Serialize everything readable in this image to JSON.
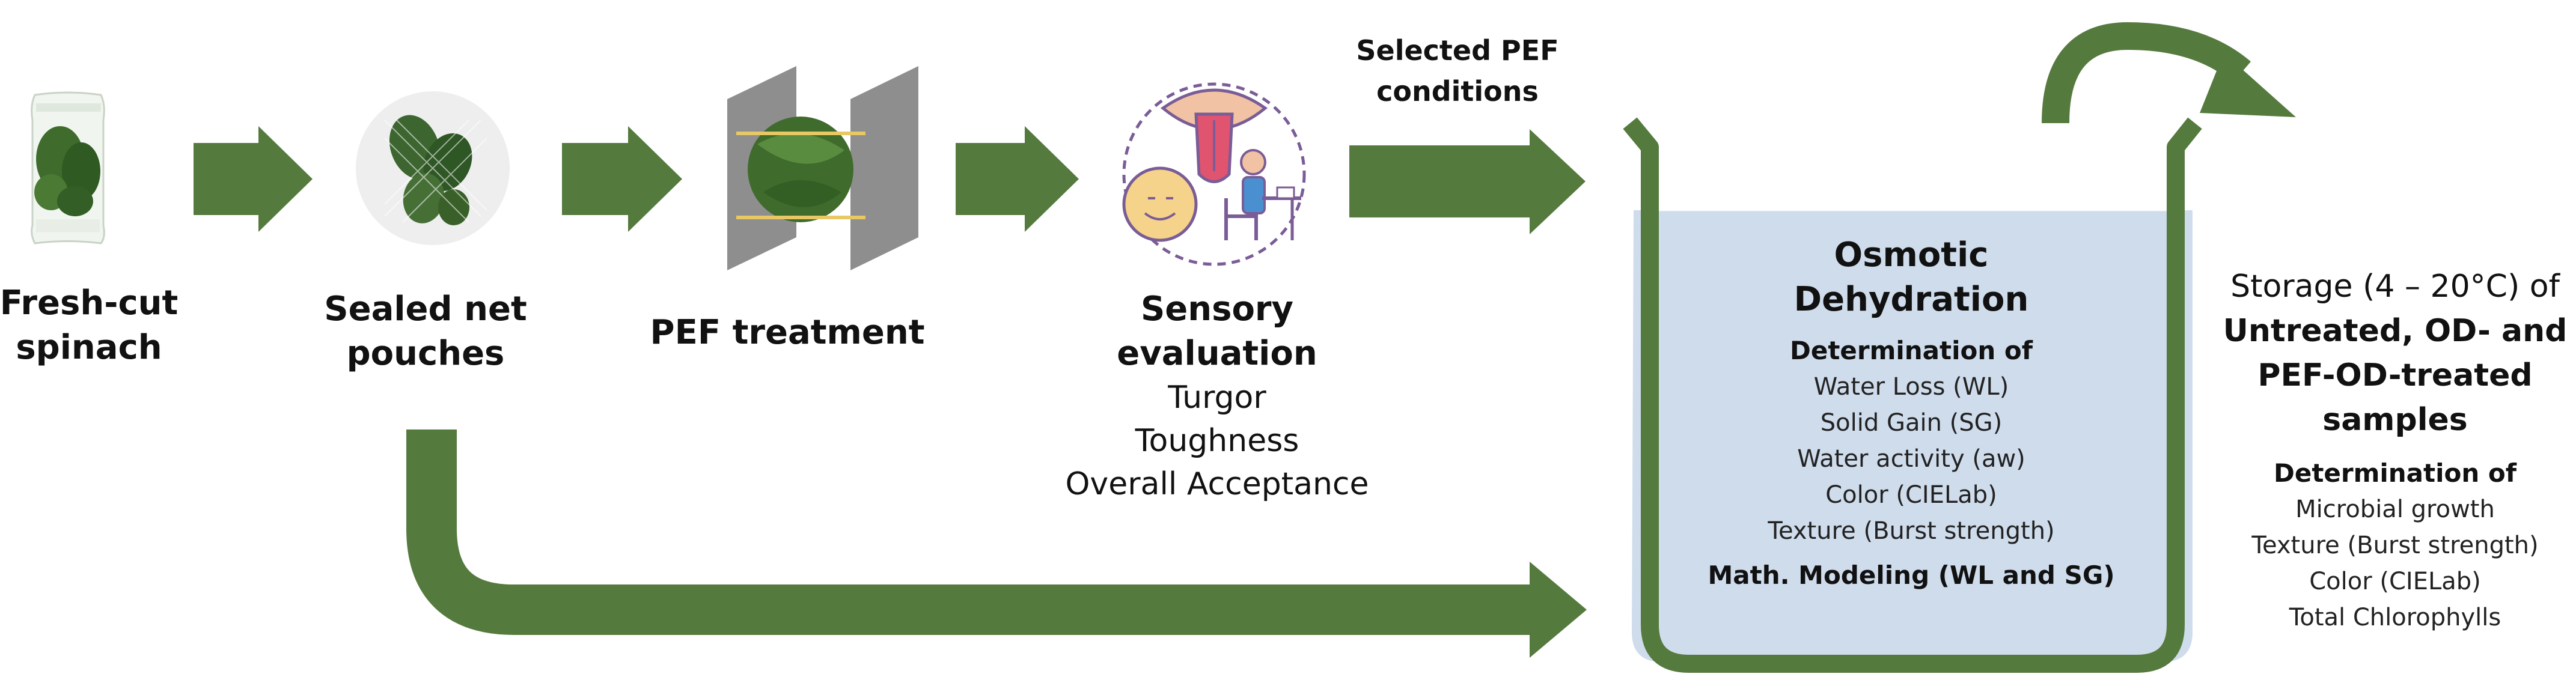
{
  "colors": {
    "arrow": "#557a3e",
    "beaker_fill": "#cfdcec",
    "beaker_stroke": "#557a3e",
    "leaf": "#3f6b2c",
    "plate": "#8e8e8e",
    "electrode_line": "#e8c864"
  },
  "steps": {
    "fresh_cut": {
      "line1": "Fresh-cut",
      "line2": "spinach"
    },
    "sealed": {
      "line1": "Sealed net",
      "line2": "pouches"
    },
    "pef": {
      "label": "PEF treatment"
    },
    "sensory": {
      "line1": "Sensory",
      "line2": "evaluation",
      "attributes": [
        "Turgor",
        "Toughness",
        "Overall Acceptance"
      ]
    },
    "selected": {
      "line1": "Selected PEF",
      "line2": "conditions"
    }
  },
  "osmotic": {
    "title_line1": "Osmotic",
    "title_line2": "Dehydration",
    "determination_title": "Determination of",
    "items": [
      "Water Loss (WL)",
      "Solid  Gain (SG)",
      "Water activity (aw)",
      "Color (CIELab)",
      "Texture (Burst strength)"
    ],
    "modeling": "Math. Modeling (WL and SG)"
  },
  "storage": {
    "line1": "Storage (4 – 20°C) of",
    "line2": "Untreated, OD- and",
    "line3": "PEF-OD-treated",
    "line4": "samples",
    "determination_title": "Determination of",
    "items": [
      "Microbial growth",
      "Texture (Burst strength)",
      "Color (CIELab)",
      "Total Chlorophylls"
    ]
  }
}
